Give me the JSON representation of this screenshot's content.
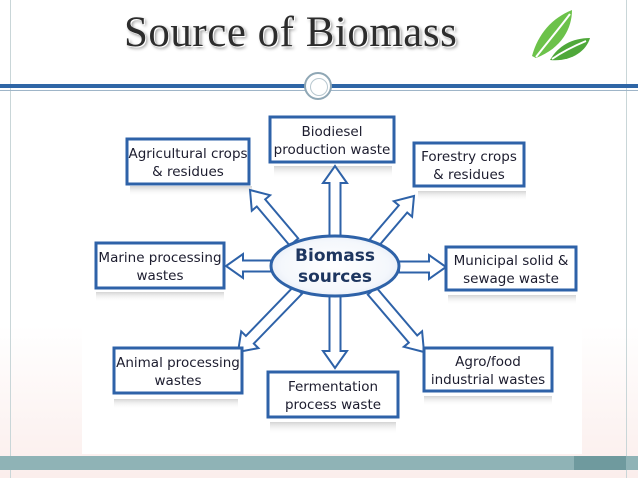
{
  "title": "Source of Biomass",
  "colors": {
    "accent_blue": "#2f66a6",
    "node_border": "#2e62a8",
    "arrow_fill": "#ffffff",
    "leaf_green": "#5dbb3c",
    "footer_teal": "#8fb3b6"
  },
  "icons": [
    "leaf-icon"
  ],
  "diagram": {
    "hub": {
      "lines": [
        "Biomass",
        "sources"
      ]
    },
    "nodes": [
      {
        "id": "biodiesel",
        "lines": [
          "Biodiesel",
          "production waste"
        ]
      },
      {
        "id": "forestry",
        "lines": [
          "Forestry crops",
          "& residues"
        ]
      },
      {
        "id": "municipal",
        "lines": [
          "Municipal solid &",
          "sewage waste"
        ]
      },
      {
        "id": "agrofood",
        "lines": [
          "Agro/food",
          "industrial wastes"
        ]
      },
      {
        "id": "fermentation",
        "lines": [
          "Fermentation",
          "process waste"
        ]
      },
      {
        "id": "animal",
        "lines": [
          "Animal processing",
          "wastes"
        ]
      },
      {
        "id": "marine",
        "lines": [
          "Marine processing",
          "wastes"
        ]
      },
      {
        "id": "agricultural",
        "lines": [
          "Agricultural crops",
          "& residues"
        ]
      }
    ]
  }
}
